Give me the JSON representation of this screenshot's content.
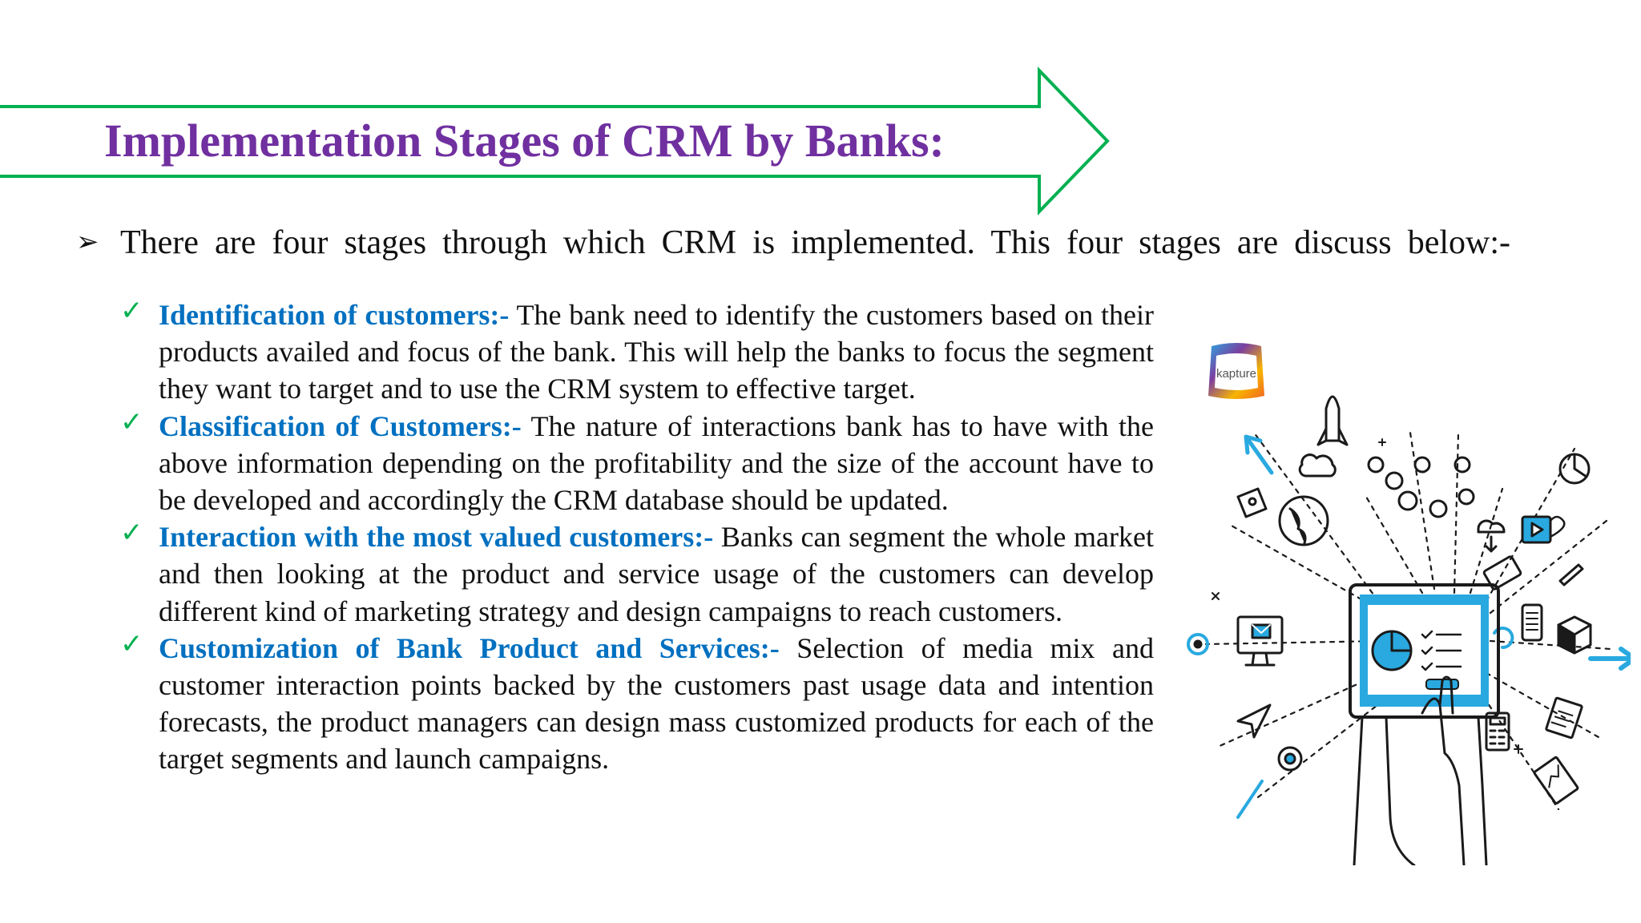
{
  "title": "Implementation Stages of CRM by Banks:",
  "intro": "There are four stages through which CRM is implemented. This four stages are discuss below:-",
  "stages": [
    {
      "title": "Identification of customers:-",
      "text": " The bank need to identify the customers based on their products availed and focus of the bank. This will help the banks to focus the segment they want to target and to use the CRM system to effective target."
    },
    {
      "title": "Classification of Customers:-",
      "text": " The nature of interactions bank has to have with the above information depending on the profitability and the size of the account have to be developed and accordingly the CRM database should be updated."
    },
    {
      "title": "Interaction with the most valued customers:-",
      "text": " Banks can segment the whole market and then looking at the product and service usage of the customers can develop different kind of marketing strategy and design campaigns to reach customers."
    },
    {
      "title": "Customization of Bank Product and Services:-",
      "text": " Selection of media mix and customer interaction points backed by the customers past usage data and intention forecasts, the product managers can design mass customized products for each of the target segments and launch campaigns."
    }
  ],
  "logo_text": "kapture",
  "icons": {
    "intro_marker": "arrowhead-bullet-icon",
    "stage_marker": "checkmark-icon"
  },
  "colors": {
    "title": "#7030A0",
    "arrow_outline": "#00B050",
    "stage_title": "#0070C0",
    "check": "#00B050",
    "illustration_accent": "#29A9E0"
  }
}
